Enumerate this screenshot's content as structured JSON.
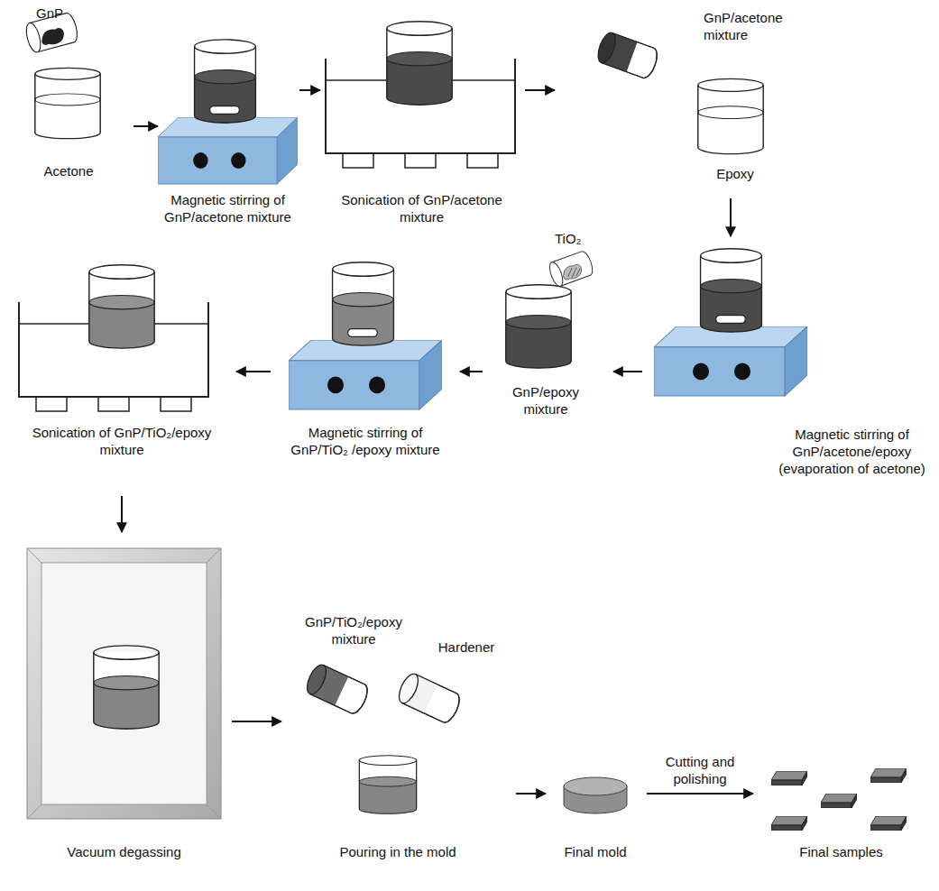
{
  "diagram": {
    "nodes": [
      {
        "text": [
          "GnP",
          "Acetone"
        ]
      },
      {
        "text": [
          "Magnetic stirring of GnP/acetone mixture"
        ]
      },
      {
        "text": [
          "Sonication of GnP/acetone mixture"
        ]
      },
      {
        "text": [
          "GnP/acetone mixture",
          "Epoxy"
        ]
      },
      {
        "text": [
          "Magnetic stirring of GnP/acetone/epoxy (evaporation of acetone)"
        ]
      },
      {
        "text": [
          "TiO₂",
          "GnP/epoxy mixture"
        ]
      },
      {
        "text": [
          "Magnetic stirring of GnP/TiO₂ /epoxy mixture"
        ]
      },
      {
        "text": [
          "Sonication of GnP/TiO₂/epoxy mixture"
        ]
      },
      {
        "text": [
          "Vacuum degassing"
        ]
      },
      {
        "text": [
          "GnP/TiO₂/epoxy mixture",
          "Hardener",
          "Pouring in the mold"
        ]
      },
      {
        "text": [
          "Final mold"
        ]
      },
      {
        "text": [
          "Final samples"
        ]
      }
    ],
    "edges": [
      {
        "from": 0,
        "to": 1,
        "arrow": "to"
      },
      {
        "from": 1,
        "to": 2,
        "arrow": "to"
      },
      {
        "from": 2,
        "to": 3,
        "arrow": "to"
      },
      {
        "from": 3,
        "to": 4,
        "arrow": "to"
      },
      {
        "from": 4,
        "to": 5,
        "arrow": "to"
      },
      {
        "from": 5,
        "to": 6,
        "arrow": "to"
      },
      {
        "from": 6,
        "to": 7,
        "arrow": "to"
      },
      {
        "from": 7,
        "to": 8,
        "arrow": "to"
      },
      {
        "from": 8,
        "to": 9,
        "arrow": "to"
      },
      {
        "from": 9,
        "to": 10,
        "arrow": "to"
      },
      {
        "from": 10,
        "to": 11,
        "label": "Cutting and polishing",
        "arrow": "to"
      }
    ]
  }
}
